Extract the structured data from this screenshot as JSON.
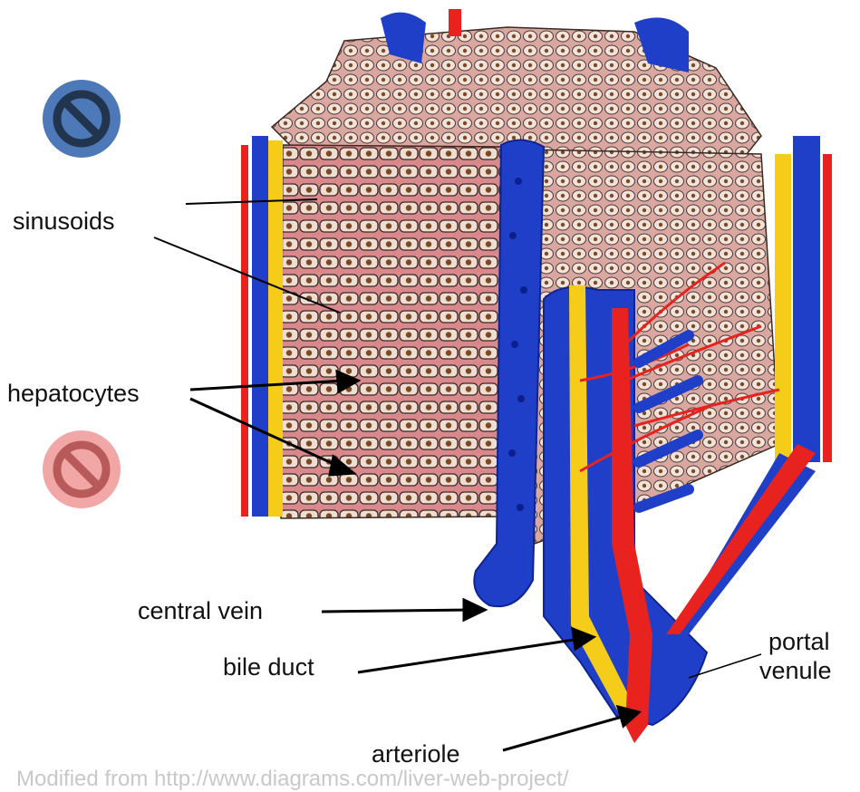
{
  "labels": {
    "sinusoids": "sinusoids",
    "hepatocytes": "hepatocytes",
    "central_vein": "central vein",
    "bile_duct": "bile duct",
    "portal_line1": "portal",
    "portal_line2": "venule",
    "arteriole": "arteriole"
  },
  "caption": "Modified from http://www.diagrams.com/liver-web-project/",
  "icons": {
    "top": "prohibited-icon",
    "bottom": "prohibited-icon"
  },
  "colors": {
    "vein_blue": "#1f3fc8",
    "artery_red": "#e8231f",
    "bile_yellow": "#f5cc1a",
    "sinusoid_pink": "#d9888b",
    "hepatocyte_fill": "#e9d2c6",
    "nucleus_brown": "#7a4a22",
    "no_icon_blue": "#4e79b8",
    "no_icon_pink": "#f2a7a7"
  }
}
